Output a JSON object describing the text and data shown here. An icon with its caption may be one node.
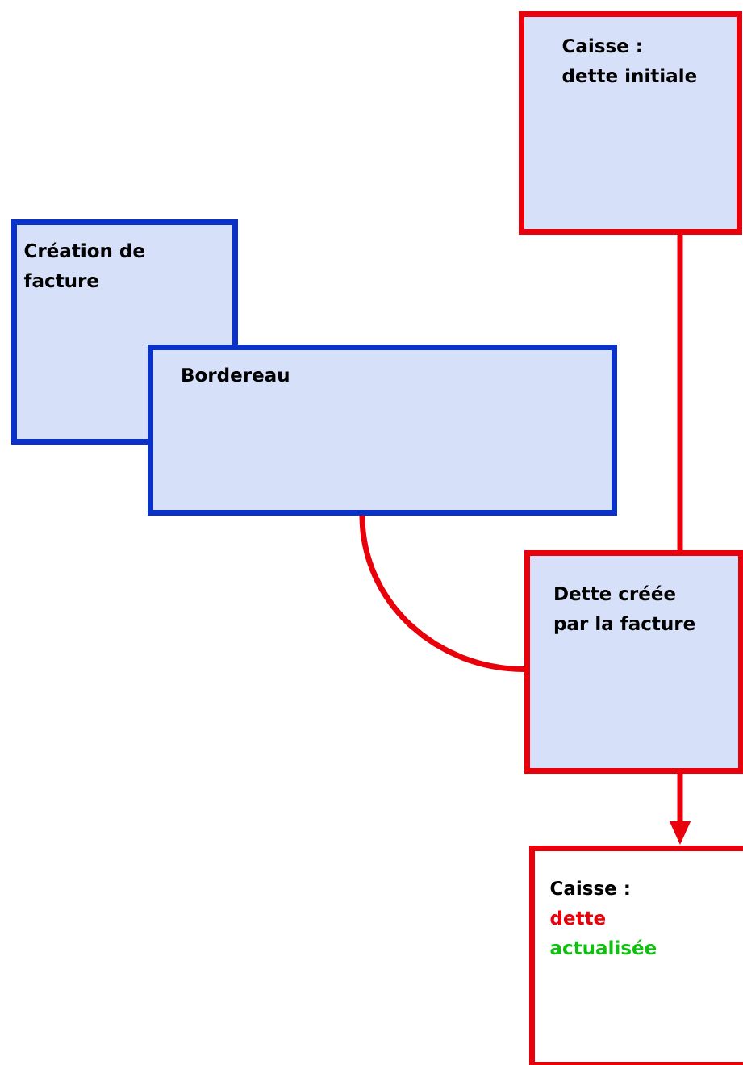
{
  "diagram": {
    "nodes": [
      {
        "text": [
          "Caisse : dette initiale"
        ]
      },
      {
        "text": [
          "Création de facture"
        ]
      },
      {
        "text": [
          "Bordereau"
        ]
      },
      {
        "text": [
          "Dette créée par la facture"
        ]
      },
      {
        "text": [
          "Caisse :",
          "dette",
          "actualisée"
        ]
      }
    ],
    "edges": [
      {
        "from": 0,
        "to": 3,
        "arrow": "none"
      },
      {
        "from": 2,
        "to": 3,
        "arrow": "none"
      },
      {
        "from": 3,
        "to": 4,
        "arrow": "to"
      }
    ]
  }
}
